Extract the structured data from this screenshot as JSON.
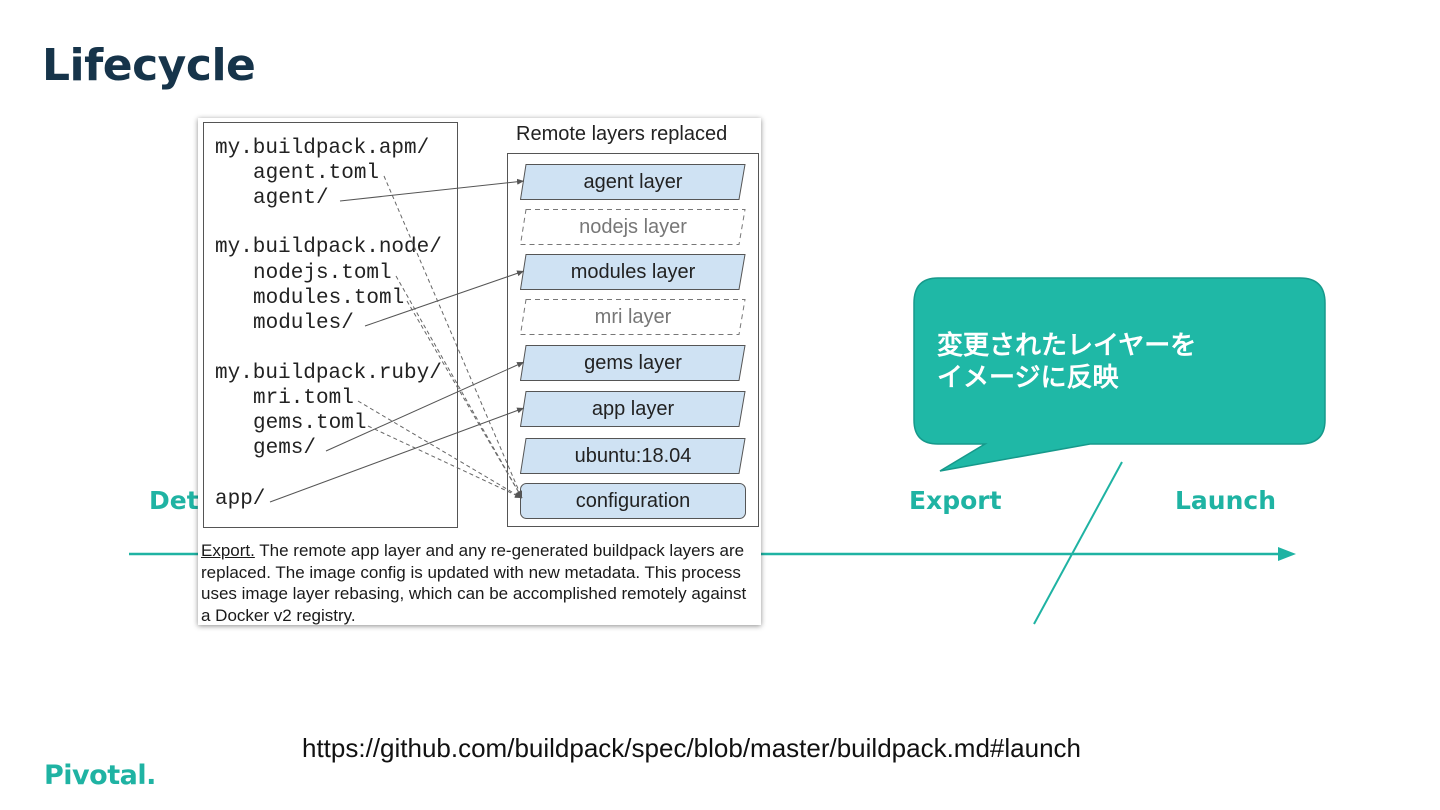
{
  "slide": {
    "title": "Lifecycle",
    "url": "https://github.com/buildpack/spec/blob/master/buildpack.md#launch",
    "logo_text": "Pivotal.",
    "brand_color": "#1fb3a3",
    "title_color": "#16344a"
  },
  "timeline": {
    "stages": [
      "Dete",
      "Export",
      "Launch"
    ]
  },
  "callout": {
    "text": "変更されたレイヤーを\nイメージに反映",
    "color": "#1fb8a6"
  },
  "figure": {
    "header": "Remote layers replaced",
    "files": [
      "my.buildpack.apm/",
      "agent.toml",
      "agent/",
      "my.buildpack.node/",
      "nodejs.toml",
      "modules.toml",
      "modules/",
      "my.buildpack.ruby/",
      "mri.toml",
      "gems.toml",
      "gems/",
      "app/"
    ],
    "layers": [
      {
        "label": "agent layer",
        "style": "solid"
      },
      {
        "label": "nodejs layer",
        "style": "dashed"
      },
      {
        "label": "modules layer",
        "style": "solid"
      },
      {
        "label": "mri layer",
        "style": "dashed"
      },
      {
        "label": "gems layer",
        "style": "solid"
      },
      {
        "label": "app layer",
        "style": "solid"
      },
      {
        "label": "ubuntu:18.04",
        "style": "solid"
      },
      {
        "label": "configuration",
        "style": "rounded"
      }
    ],
    "caption_link": "Export.",
    "caption_rest": " The remote app layer and any re-generated buildpack layers are replaced. The image config  is updated with new metadata. This process uses image layer rebasing, which can be accomplished remotely against a Docker v2 registry.",
    "layer_fill": "#cfe2f3"
  }
}
